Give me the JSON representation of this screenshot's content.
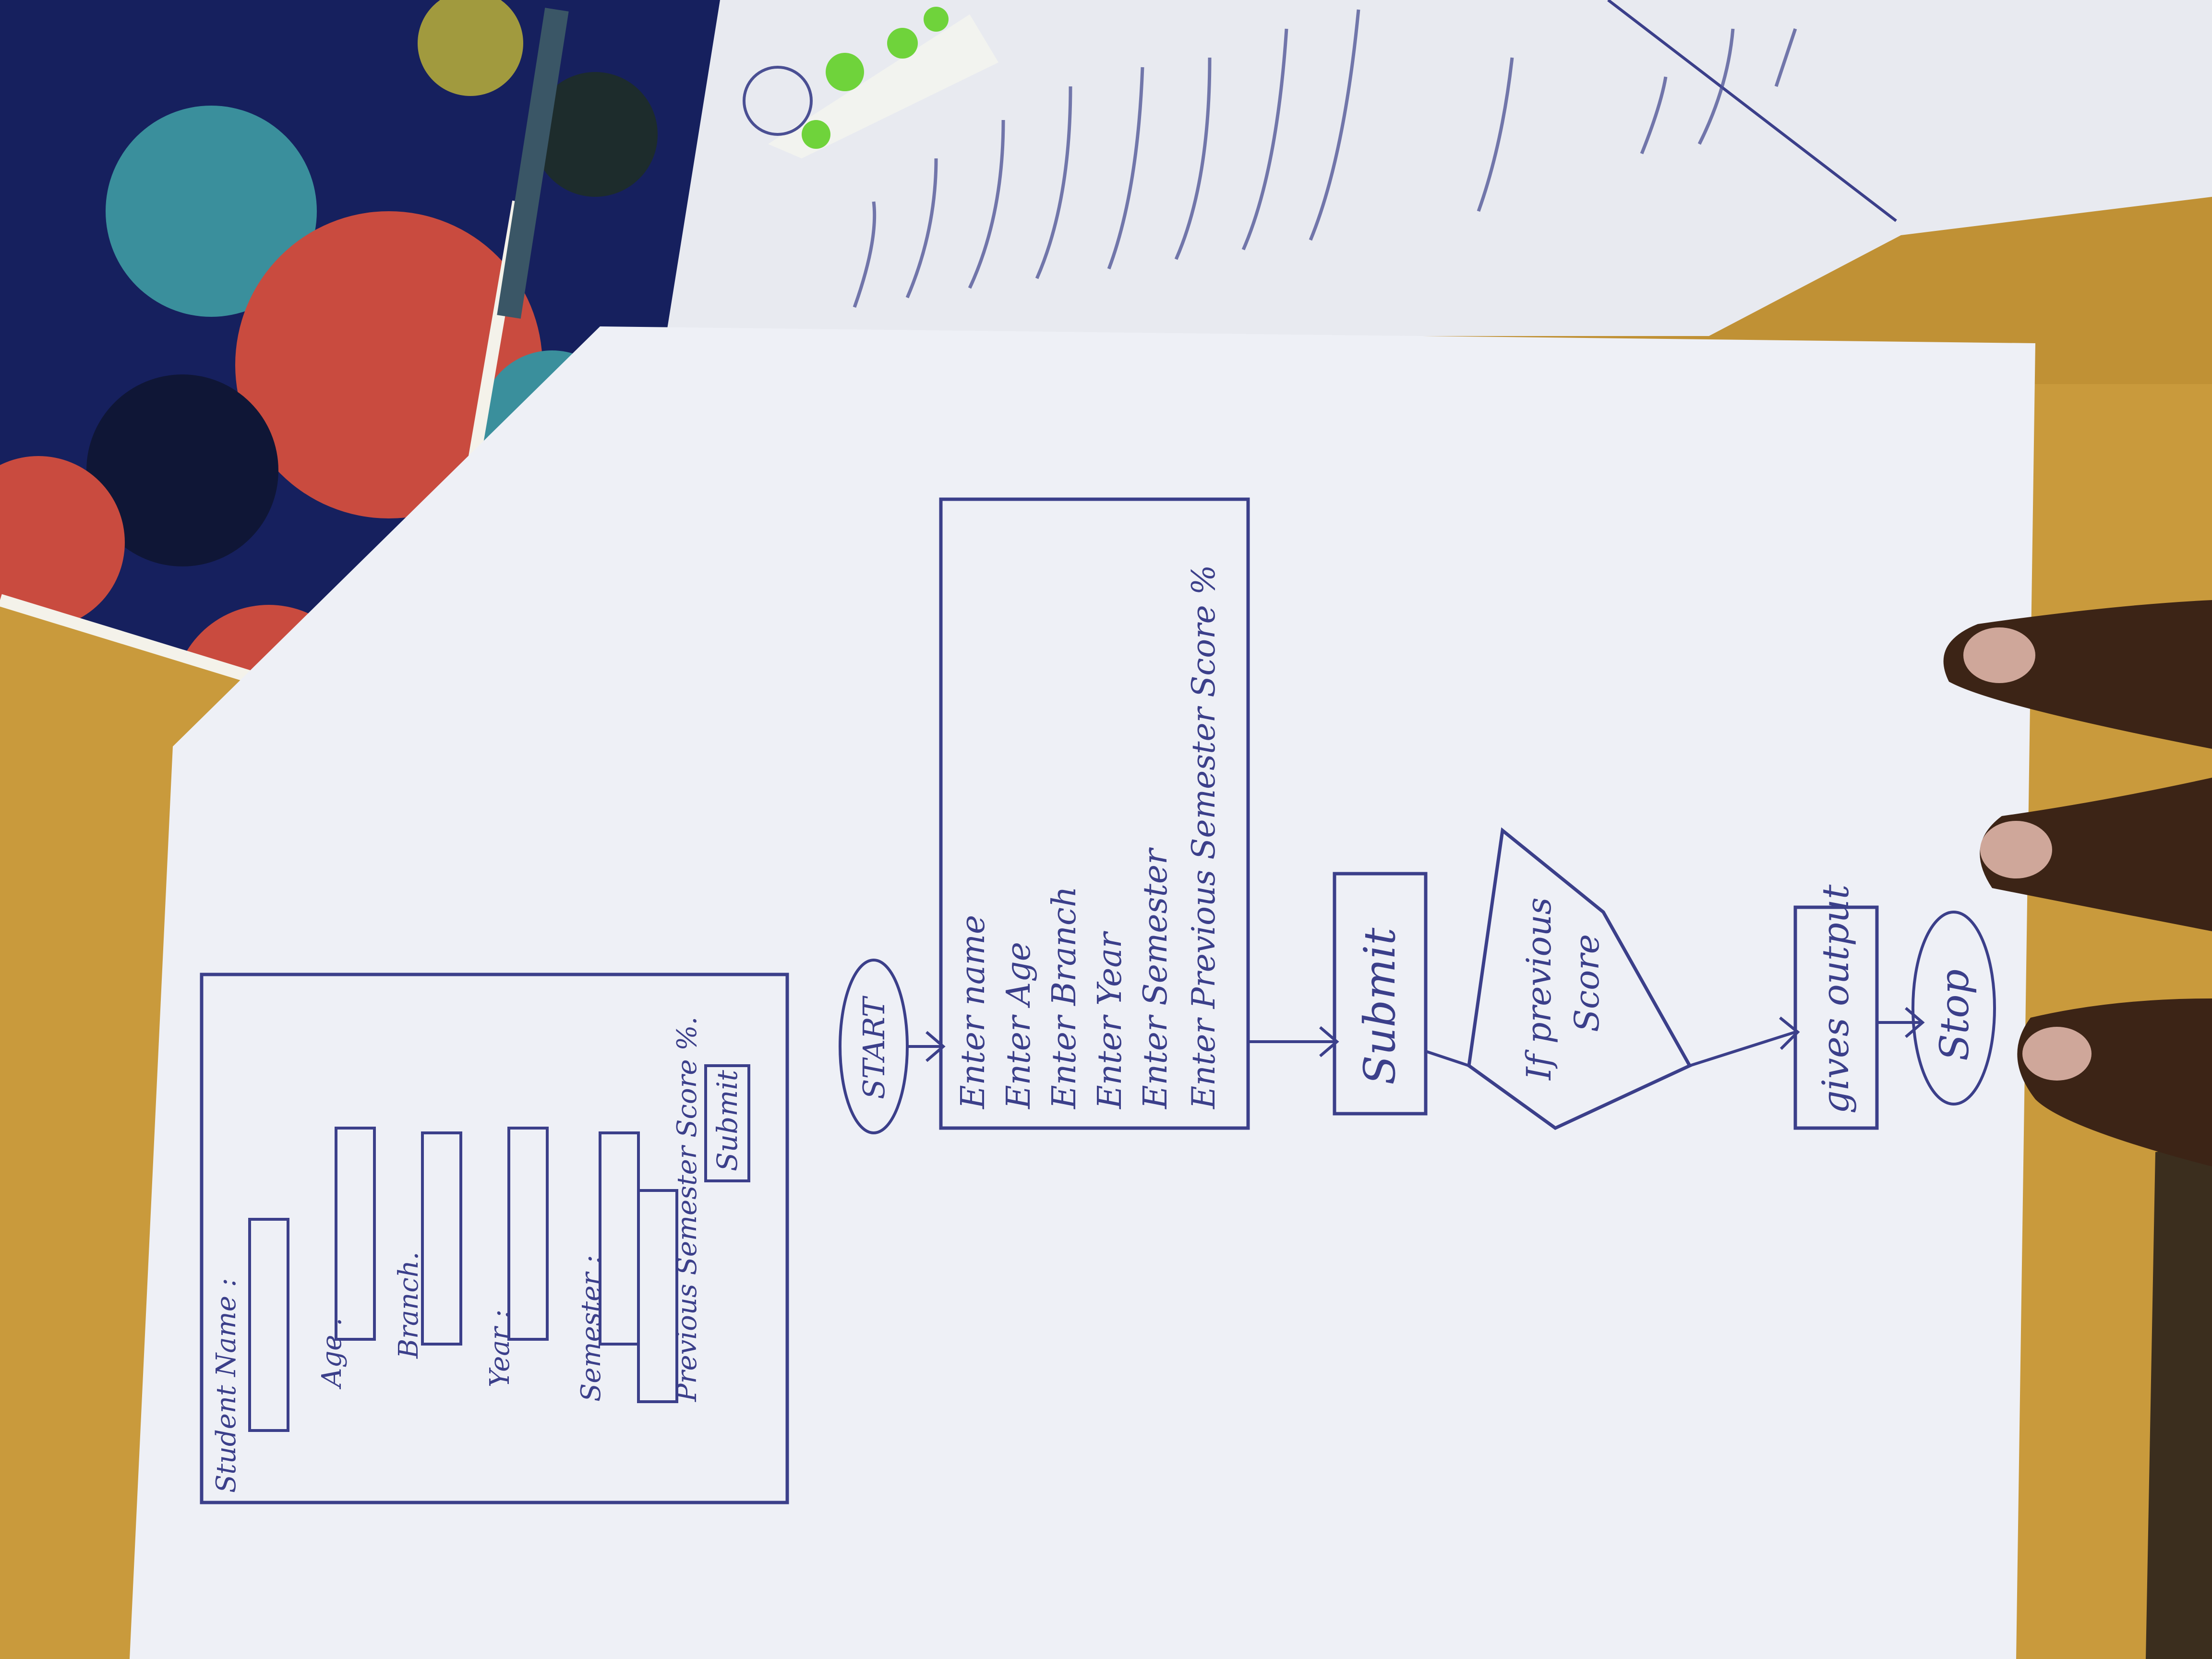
{
  "colors": {
    "desk": "#c99a3c",
    "paper": "#eef0f6",
    "ink": "#3b3f8a",
    "pouch_base": "#16205e"
  },
  "mockup_form": {
    "labels": [
      "Student Name :",
      "Age .",
      "Branch.",
      "Year :",
      "Semester :",
      "Previous Semester Score %."
    ],
    "button": "Submit"
  },
  "flowchart": {
    "start": "START",
    "inputs": [
      "Enter name",
      "Enter Age",
      "Enter Branch",
      "Enter Year",
      "Enter Semester",
      "Enter Previous Semester Score %"
    ],
    "submit": "Submit",
    "decision": [
      "If previous",
      "Score"
    ],
    "output": "gives output",
    "stop": "Stop"
  }
}
